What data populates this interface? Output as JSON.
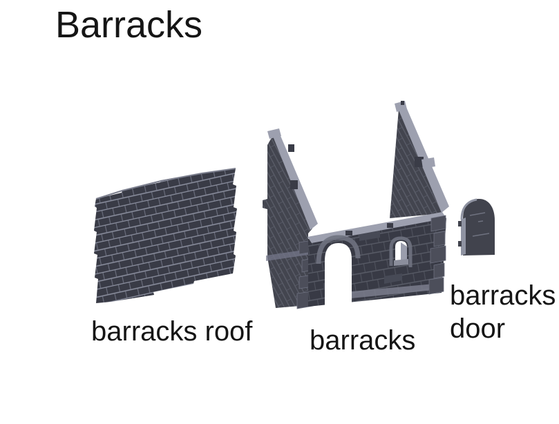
{
  "page": {
    "title": "Barracks"
  },
  "figures": [
    {
      "id": "barracks-roof",
      "label": "barracks roof"
    },
    {
      "id": "barracks",
      "label": "barracks"
    },
    {
      "id": "barracks-door",
      "label": "barracks door"
    }
  ],
  "colors": {
    "background": "#ffffff",
    "text": "#151515",
    "model_dark": "#3a3c47",
    "model_mid": "#74778a",
    "model_light": "#9da0af",
    "quoin": "#4c4e5a",
    "mortar_light": "#8e92a2",
    "mortar_dim": "#5a5d68"
  }
}
